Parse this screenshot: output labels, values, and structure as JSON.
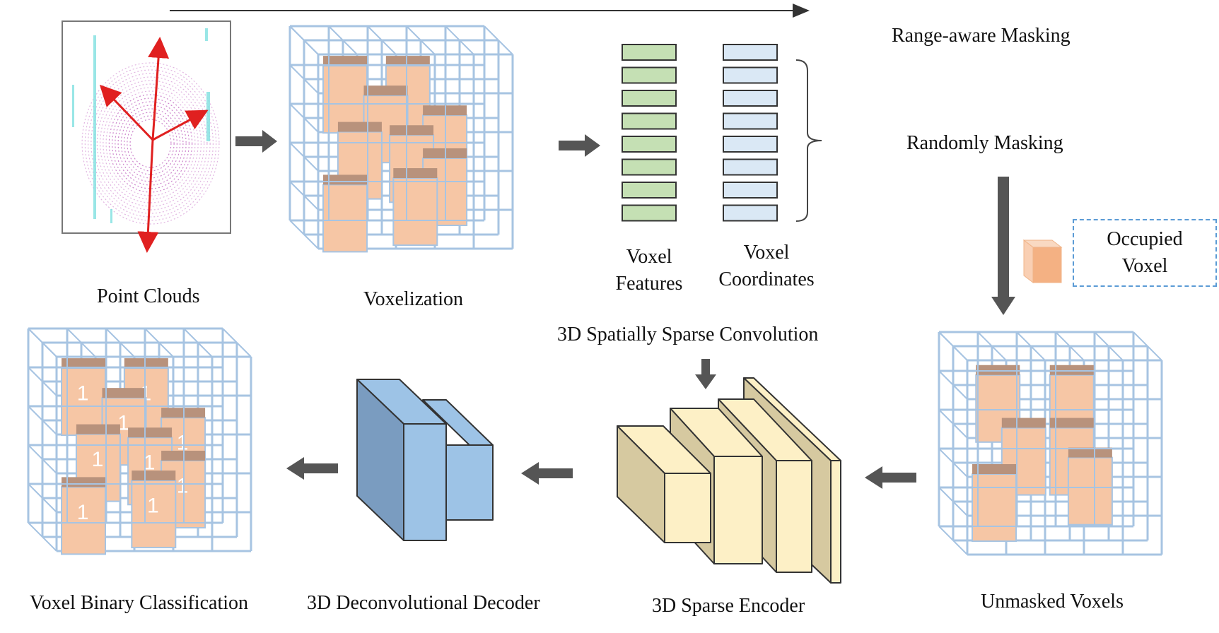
{
  "labels": {
    "point_clouds": "Point Clouds",
    "voxelization": "Voxelization",
    "voxel_features_1": "Voxel",
    "voxel_features_2": "Features",
    "voxel_coordinates_1": "Voxel",
    "voxel_coordinates_2": "Coordinates",
    "range_aware_masking": "Range-aware Masking",
    "randomly_masking": "Randomly Masking",
    "occupied_voxel_1": "Occupied",
    "occupied_voxel_2": "Voxel",
    "unmasked_voxels": "Unmasked Voxels",
    "sparse_convolution": "3D Spatially Sparse Convolution",
    "sparse_encoder": "3D Sparse Encoder",
    "deconv_decoder": "3D Deconvolutional Decoder",
    "binary_classification": "Voxel Binary Classification",
    "occupancy_value": "1"
  },
  "colors": {
    "grid": "#a7c4e2",
    "occupied_face": "#f6c6a5",
    "occupied_top": "#b8927c",
    "arrow": "#555555",
    "feature_fill": "#c5e0b4",
    "coord_fill": "#dae8f5",
    "encoder_front": "#fdf0c6",
    "encoder_side": "#d6c9a0",
    "decoder_front": "#9dc3e6",
    "decoder_side": "#7a9cc0",
    "red_arrow": "#e02020",
    "legend_border": "#5b9bd5"
  },
  "voxel_feature_count": 8,
  "voxel_coordinate_count": 8
}
